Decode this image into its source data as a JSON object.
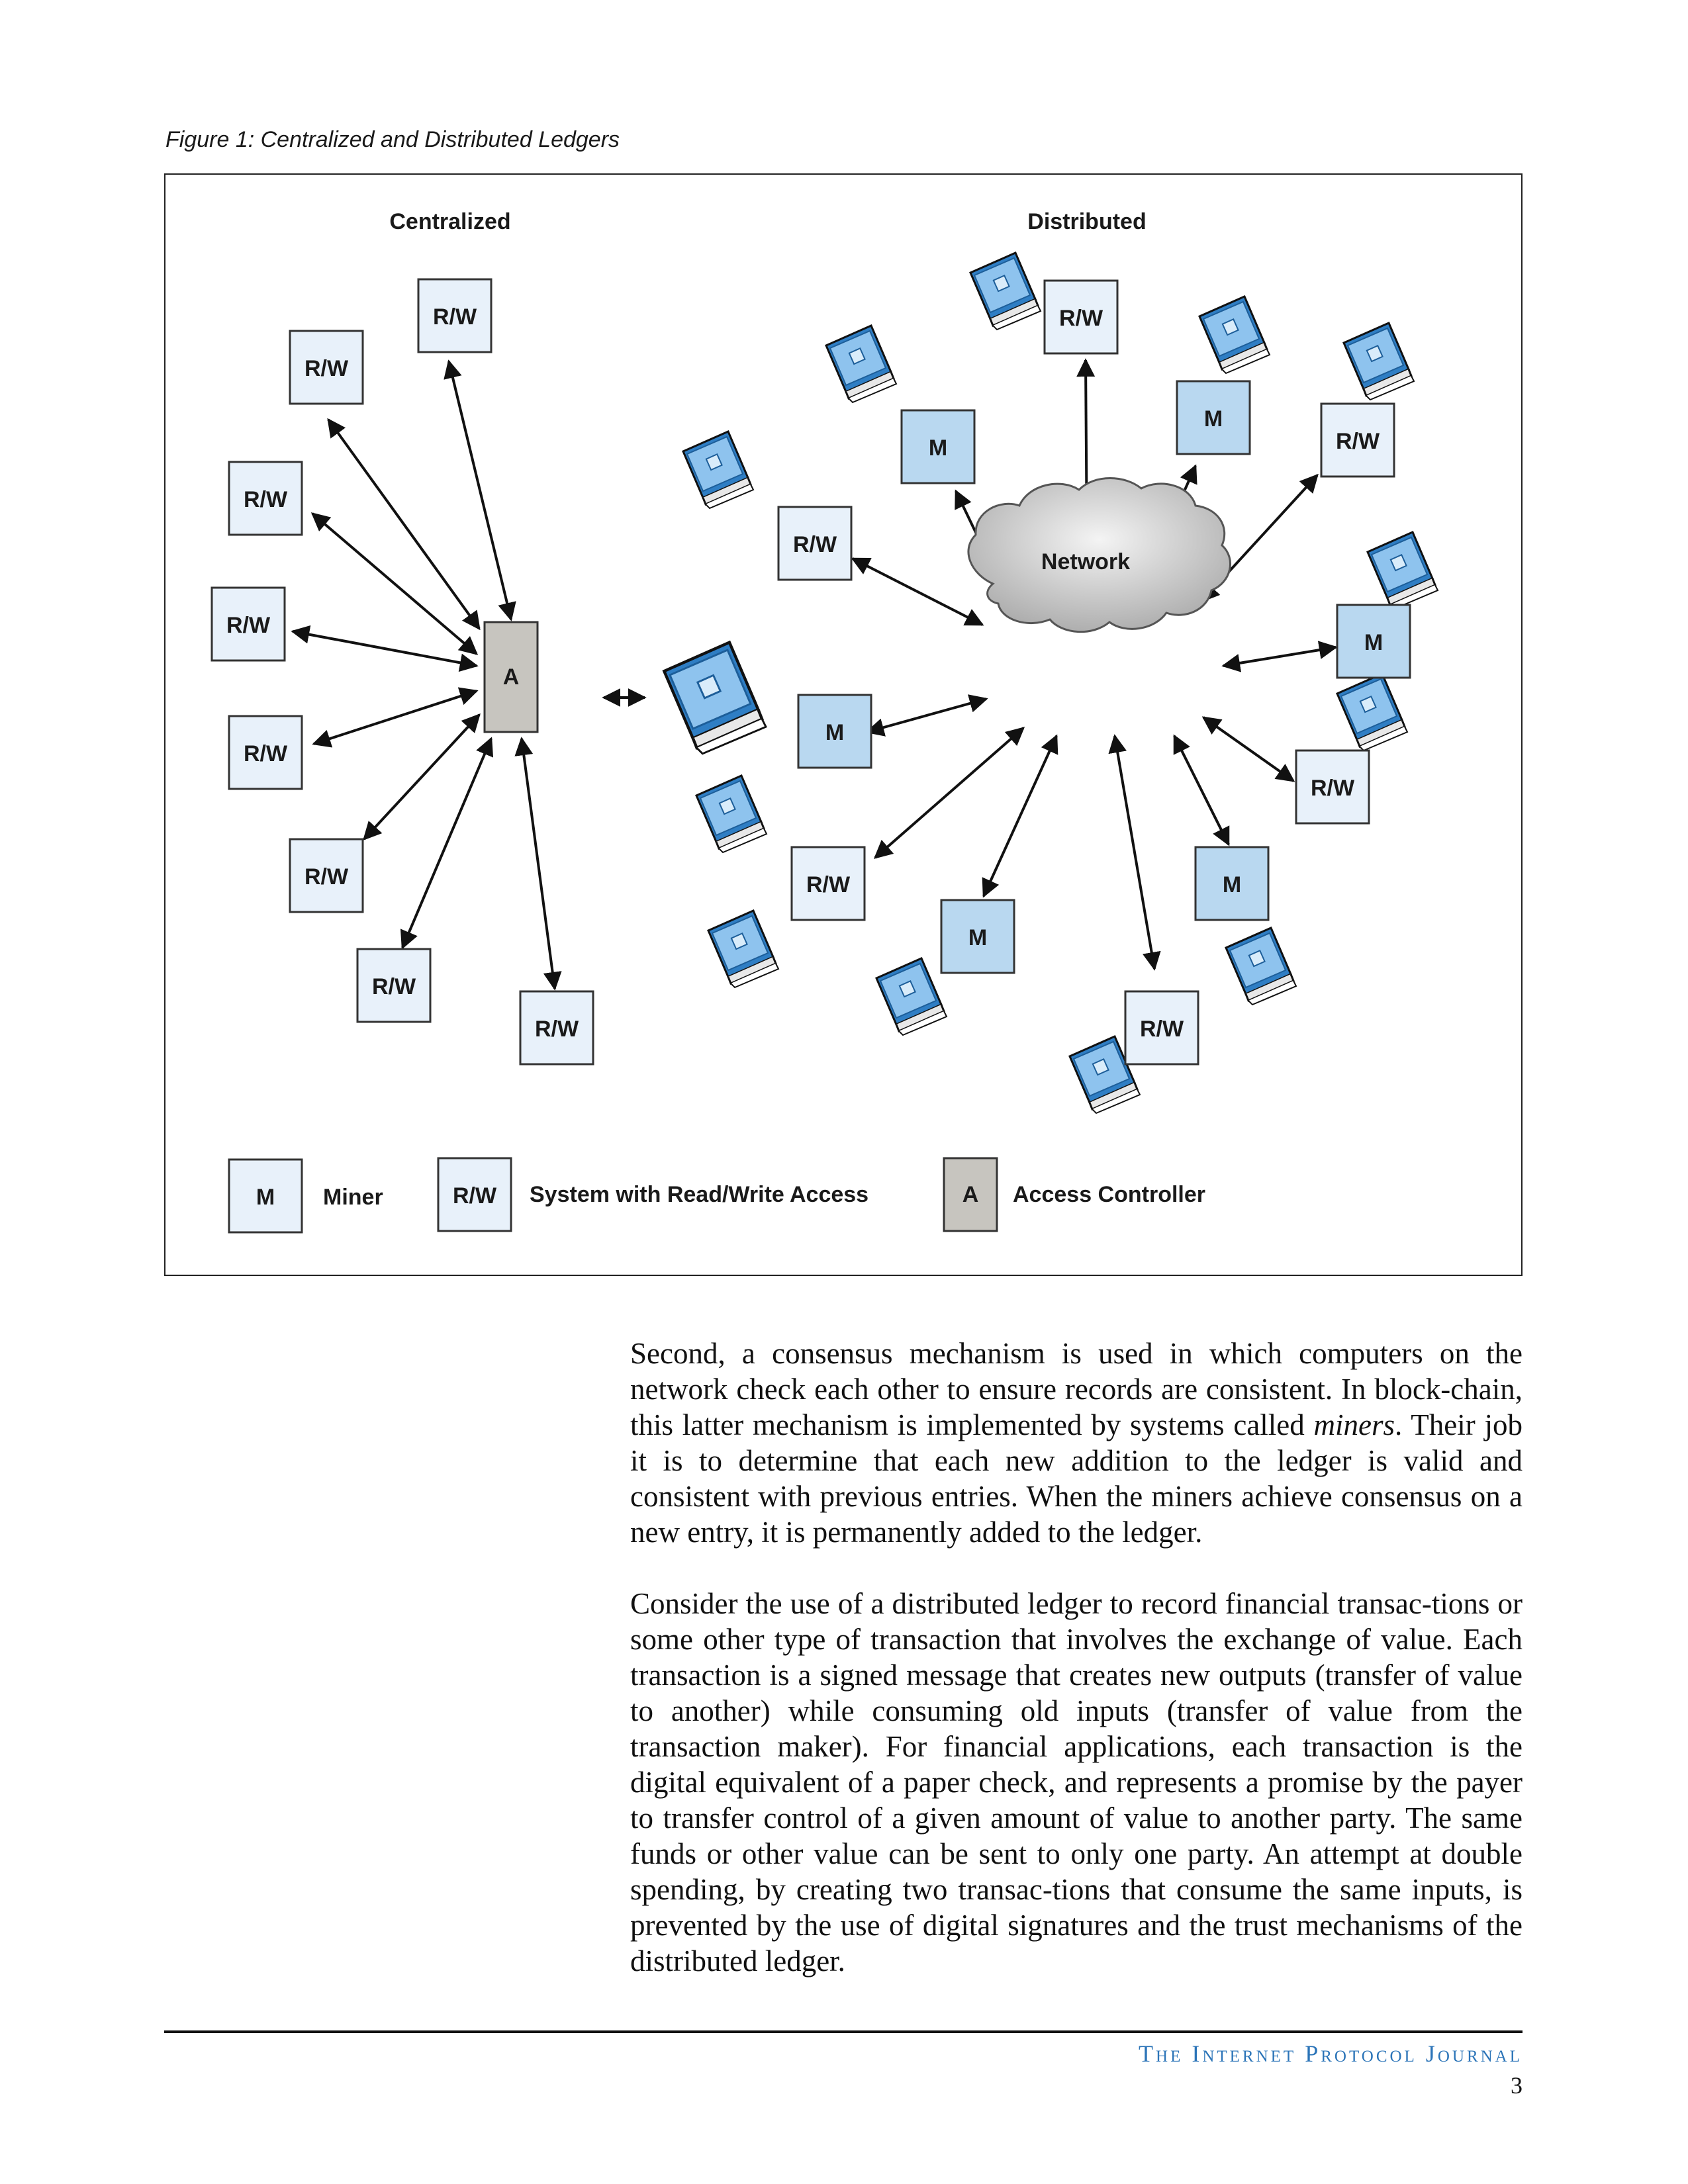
{
  "figure": {
    "caption": "Figure 1: Centralized and Distributed Ledgers",
    "centralized_heading": "Centralized",
    "distributed_heading": "Distributed",
    "rw_label": "R/W",
    "miner_label": "M",
    "access_controller_label": "A",
    "network_label": "Network",
    "legend": {
      "miner_symbol": "M",
      "miner_text": "Miner",
      "rw_symbol": "R/W",
      "rw_text": "System with Read/Write Access",
      "ac_symbol": "A",
      "ac_text": "Access Controller"
    },
    "colors": {
      "rw_fill": "#e8f1fa",
      "miner_fill": "#b9d8f0",
      "controller_fill": "#c7c5bf",
      "ledger_blue": "#3d8fd6",
      "cloud_gray": "#cfcfcf"
    }
  },
  "body": {
    "paragraph1_before": "Second, a consensus mechanism is used in which computers on the network check each other to ensure records are consistent. In block-chain, this latter mechanism is implemented by systems called ",
    "paragraph1_em": "miners",
    "paragraph1_after": ". Their job it is to determine that each new addition to the ledger is valid and consistent with previous entries. When the miners achieve consensus on a new entry, it is permanently added to the ledger.",
    "paragraph2": "Consider the use of a distributed ledger to record financial transac-tions or some other type of transaction that involves the exchange of value. Each transaction is a signed message that creates new outputs (transfer of value to another) while consuming old inputs (transfer of value from the transaction maker). For financial applications, each transaction is the digital equivalent of a paper check, and represents a promise by the payer to transfer control of a given amount of value to another party. The same funds or other value can be sent to only one party. An attempt at double spending, by creating two transac-tions that consume the same inputs, is prevented by the use of digital signatures and the trust mechanisms of the distributed ledger."
  },
  "footer": {
    "journal_name": "The Internet Protocol Journal",
    "page_number": "3"
  }
}
